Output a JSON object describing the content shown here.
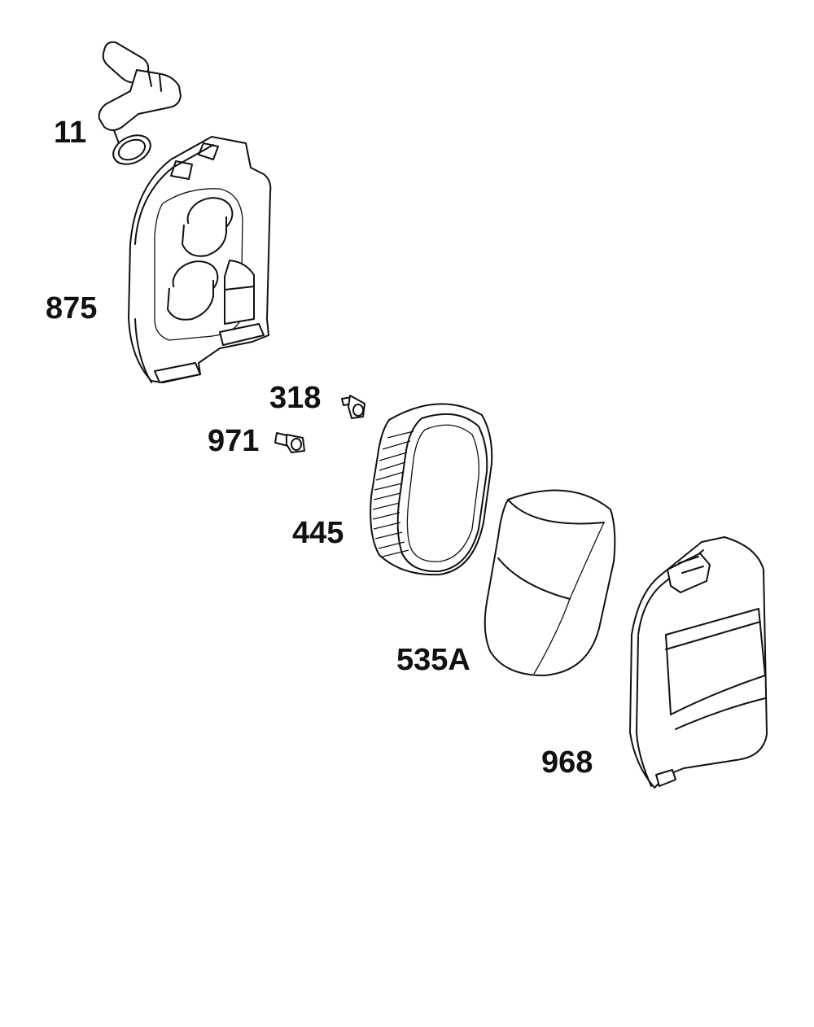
{
  "callouts": {
    "part_11": "11",
    "part_875": "875",
    "part_318": "318",
    "part_971": "971",
    "part_445": "445",
    "part_535a": "535A",
    "part_968": "968"
  },
  "colors": {
    "line": "#111111",
    "background": "#ffffff"
  }
}
